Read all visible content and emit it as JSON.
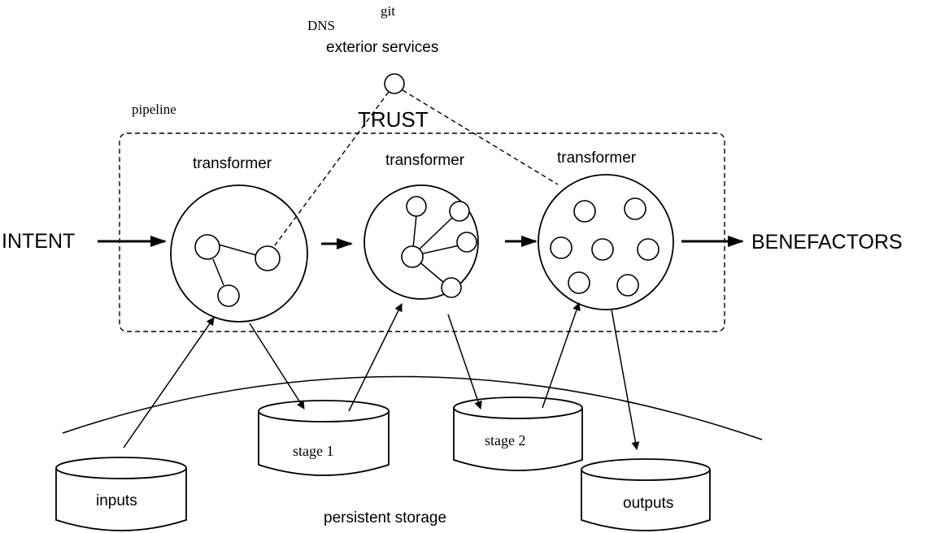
{
  "diagram": {
    "labels": {
      "git": "git",
      "dns": "DNS",
      "exterior_services": "exterior services",
      "pipeline": "pipeline",
      "trust": "TRUST",
      "intent": "INTENT",
      "benefactors": "BENEFACTORS",
      "persistent_storage": "persistent storage"
    },
    "transformers": [
      {
        "label": "transformer"
      },
      {
        "label": "transformer"
      },
      {
        "label": "transformer"
      }
    ],
    "storage": {
      "inputs": "inputs",
      "stage1": "stage 1",
      "stage2": "stage 2",
      "outputs": "outputs"
    }
  }
}
